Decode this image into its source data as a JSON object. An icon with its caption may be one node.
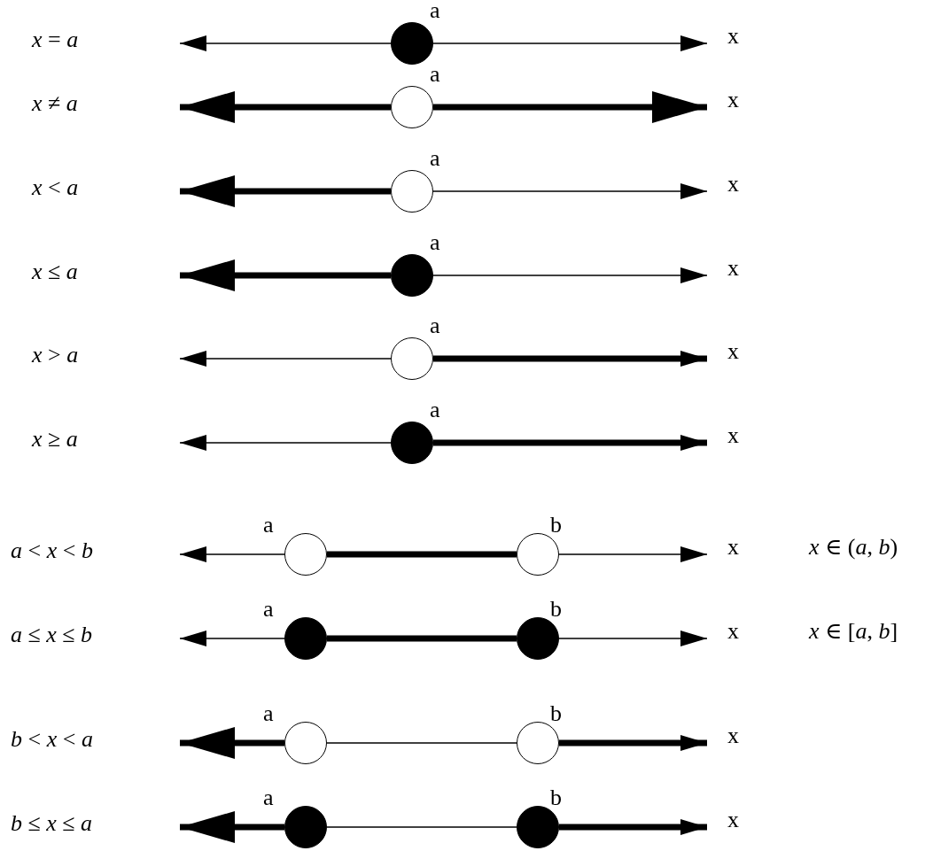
{
  "diagram": {
    "nodes": [
      {
        "text": [],
        "shape": "dot",
        "beside": [
          "a"
        ]
      },
      {
        "text": [],
        "shape": "circle",
        "beside": [
          "a"
        ]
      },
      {
        "text": [],
        "shape": "circle",
        "beside": [
          "a"
        ]
      },
      {
        "text": [],
        "shape": "dot",
        "beside": [
          "a"
        ]
      },
      {
        "text": [],
        "shape": "circle",
        "beside": [
          "a"
        ]
      },
      {
        "text": [],
        "shape": "dot",
        "beside": [
          "a"
        ]
      },
      {
        "text": [],
        "shape": "circle",
        "beside": [
          "a"
        ]
      },
      {
        "text": [],
        "shape": "circle",
        "beside": [
          "b"
        ]
      },
      {
        "text": [],
        "shape": "dot",
        "beside": [
          "a"
        ]
      },
      {
        "text": [],
        "shape": "dot",
        "beside": [
          "b"
        ]
      },
      {
        "text": [],
        "shape": "circle",
        "beside": [
          "a"
        ]
      },
      {
        "text": [],
        "shape": "circle",
        "beside": [
          "b"
        ]
      },
      {
        "text": [],
        "shape": "dot",
        "beside": [
          "a"
        ]
      },
      {
        "text": [],
        "shape": "dot",
        "beside": [
          "b"
        ]
      }
    ],
    "edges": [
      {
        "from": 0,
        "to": null,
        "arrow": "to"
      },
      {
        "from": 0,
        "to": null,
        "arrow": "to"
      },
      {
        "from": 1,
        "to": null,
        "arrow": "to",
        "style": "thick"
      },
      {
        "from": 1,
        "to": null,
        "arrow": "to",
        "style": "thick"
      },
      {
        "from": 2,
        "to": null,
        "arrow": "to",
        "style": "thick"
      },
      {
        "from": 2,
        "to": null,
        "arrow": "to"
      },
      {
        "from": 3,
        "to": null,
        "arrow": "to",
        "style": "thick"
      },
      {
        "from": 3,
        "to": null,
        "arrow": "to"
      },
      {
        "from": 4,
        "to": null,
        "arrow": "to"
      },
      {
        "from": 4,
        "to": null,
        "arrow": "to",
        "style": "thick"
      },
      {
        "from": 5,
        "to": null,
        "arrow": "to"
      },
      {
        "from": 5,
        "to": null,
        "arrow": "to",
        "style": "thick"
      },
      {
        "from": 6,
        "to": null,
        "arrow": "to"
      },
      {
        "from": 6,
        "to": 7,
        "arrow": "none",
        "style": "thick"
      },
      {
        "from": 7,
        "to": null,
        "arrow": "to"
      },
      {
        "from": 8,
        "to": null,
        "arrow": "to"
      },
      {
        "from": 8,
        "to": 9,
        "arrow": "none",
        "style": "thick"
      },
      {
        "from": 9,
        "to": null,
        "arrow": "to"
      },
      {
        "from": 10,
        "to": null,
        "arrow": "to",
        "style": "thick"
      },
      {
        "from": 10,
        "to": 11,
        "arrow": "none"
      },
      {
        "from": 11,
        "to": null,
        "arrow": "to",
        "style": "thick"
      },
      {
        "from": 12,
        "to": null,
        "arrow": "to",
        "style": "thick"
      },
      {
        "from": 12,
        "to": 13,
        "arrow": "none"
      },
      {
        "from": 13,
        "to": null,
        "arrow": "to",
        "style": "thick"
      }
    ],
    "labels": [
      "*x* = *a*",
      "x",
      "*x* ≠ *a*",
      "x",
      "*x* < *a*",
      "x",
      "*x* ≤ *a*",
      "x",
      "*x* > *a*",
      "x",
      "*x* ≥ *a*",
      "x",
      "*a* < *x* < *b*",
      "x",
      "*x* ∈ (*a*, *b*)",
      "*a* ≤ *x* ≤ *b*",
      "x",
      "*x* ∈ [*a*, *b*]",
      "*b* < *x* < *a*",
      "x",
      "*b* ≤ *x* ≤ *a*",
      "x"
    ]
  }
}
